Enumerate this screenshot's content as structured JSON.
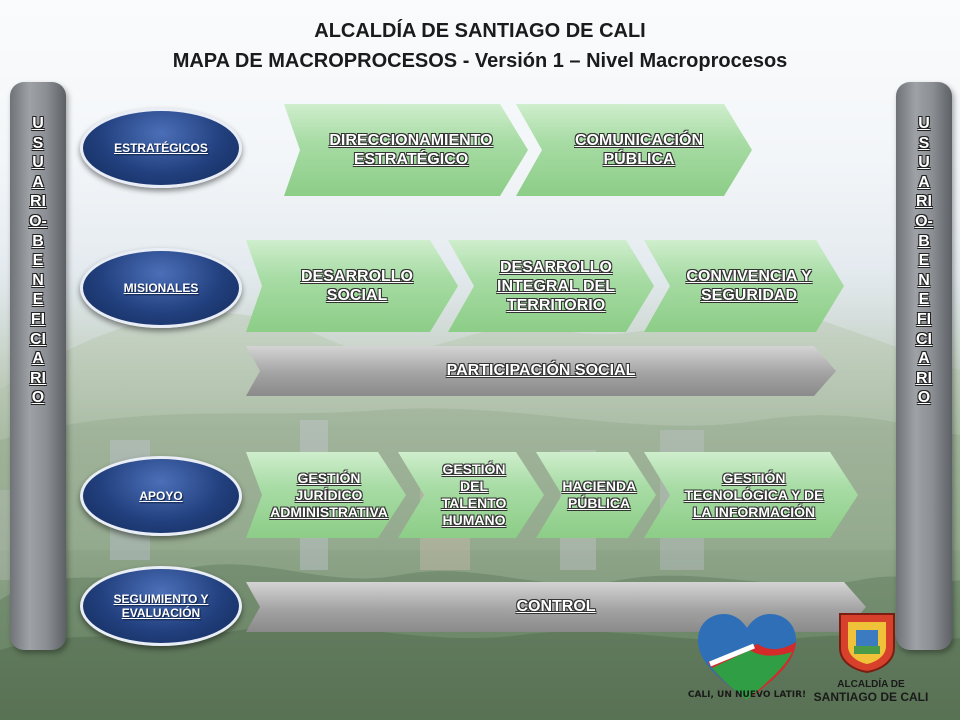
{
  "title": {
    "line1": "ALCALDÍA DE SANTIAGO DE CALI",
    "line2": "MAPA DE MACROPROCESOS  - Versión 1 – Nivel Macroprocesos"
  },
  "sidebars": {
    "left": "USUARIO-BENEFICIARIO",
    "right": "USUARIO-BENEFICIARIO"
  },
  "categories": {
    "estrategicos": "ESTRATÉGICOS",
    "misionales": "MISIONALES",
    "apoyo": "APOYO",
    "seguimiento": "SEGUIMIENTO Y EVALUACIÓN"
  },
  "processes": {
    "direccionamiento": "DIRECCIONAMIENTO ESTRATÉGICO",
    "comunicacion": "COMUNICACIÓN PÚBLICA",
    "desarrollo_social": "DESARROLLO SOCIAL",
    "desarrollo_integral": "DESARROLLO INTEGRAL DEL TERRITORIO",
    "convivencia": "CONVIVENCIA  Y SEGURIDAD",
    "participacion": "PARTICIPACIÓN SOCIAL",
    "juridico": "GESTIÓN JURÍDICO ADMINISTRATIVA",
    "talento": "GESTIÓN DEL TALENTO HUMANO",
    "hacienda": "HACIENDA PÚBLICA",
    "tecnologica": "GESTIÓN TECNOLÓGICA Y DE LA INFORMACIÓN",
    "control": "CONTROL"
  },
  "logos": {
    "slogan": "CALI, UN NUEVO LATIR!",
    "alcaldia_line1": "ALCALDÍA DE",
    "alcaldia_line2": "SANTIAGO DE CALI"
  },
  "colors": {
    "category_blue": "#22407e",
    "chevron_green": "#a8dca5",
    "bar_grey": "#a3a3a3",
    "sidebar_grey": "#8b8f94"
  }
}
